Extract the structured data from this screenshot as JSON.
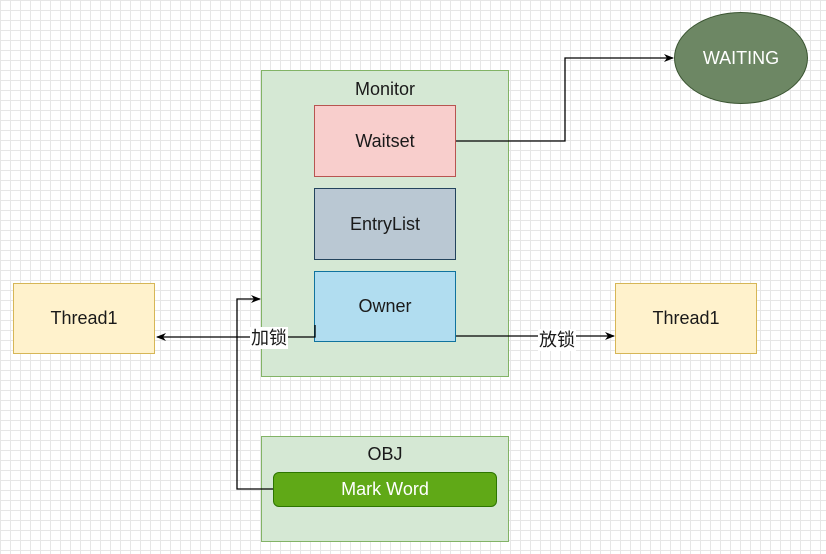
{
  "monitor": {
    "title": "Monitor",
    "waitset": "Waitset",
    "entrylist": "EntryList",
    "owner": "Owner"
  },
  "obj": {
    "title": "OBJ",
    "markword": "Mark Word"
  },
  "threads": {
    "left": "Thread1",
    "right": "Thread1"
  },
  "states": {
    "waiting": "WAITING"
  },
  "edges": {
    "lock_label": "加锁",
    "unlock_label": "放锁"
  },
  "colors": {
    "container_fill": "#d5e8d4",
    "waitset_fill": "#f8cecc",
    "entrylist_fill": "#bac8d3",
    "owner_fill": "#b1ddf0",
    "thread_fill": "#fff2cc",
    "markword_fill": "#60a917",
    "waiting_fill": "#6d8764"
  }
}
